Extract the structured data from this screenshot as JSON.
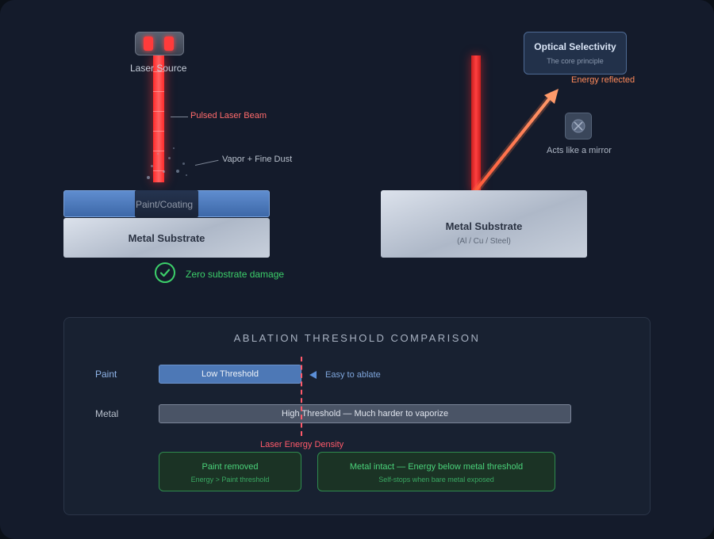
{
  "left_diagram": {
    "laser_source_label": "Laser Source",
    "beam_label": "Pulsed Laser Beam",
    "vapor_label": "Vapor + Fine Dust",
    "paint_label": "Paint/Coating",
    "metal_label": "Metal Substrate",
    "result_label": "Zero substrate damage"
  },
  "right_diagram": {
    "info_title": "Optical Selectivity",
    "info_subtitle": "The core principle",
    "reflected_label": "Energy reflected",
    "mirror_label": "Acts like a mirror",
    "metal_label": "Metal Substrate",
    "metal_sublabel": "(Al / Cu / Steel)"
  },
  "comparison": {
    "title": "ABLATION THRESHOLD COMPARISON",
    "paint_row_label": "Paint",
    "metal_row_label": "Metal",
    "paint_bar_label": "Low Threshold",
    "paint_note": "Easy to ablate",
    "metal_bar_label": "High Threshold — Much harder to vaporize",
    "threshold_label": "Laser Energy Density",
    "result_left_title": "Paint removed",
    "result_left_sub": "Energy > Paint threshold",
    "result_right_title": "Metal intact — Energy below metal threshold",
    "result_right_sub": "Self-stops when bare metal exposed"
  },
  "colors": {
    "laser": "#ff3b3b",
    "paint": "#4d78b6",
    "success": "#3ccf6a",
    "reflect": "#ff8a5a",
    "threshold": "#ff5a6a"
  }
}
